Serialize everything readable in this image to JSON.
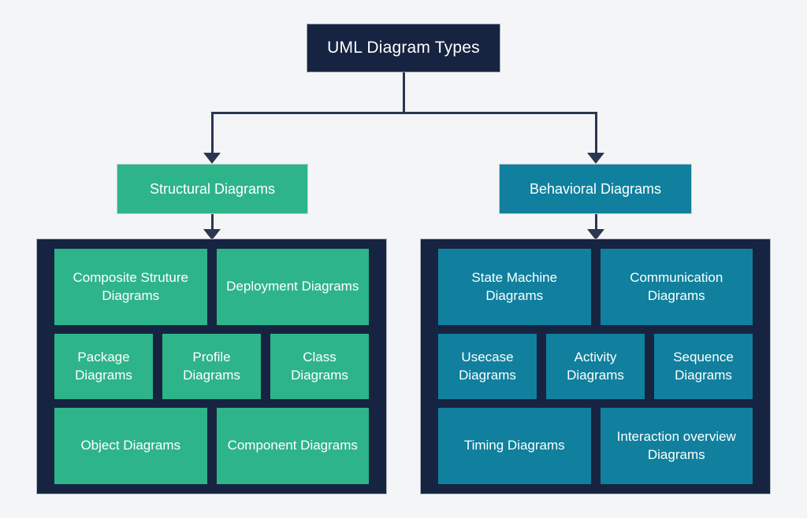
{
  "diagram": {
    "title": "UML Diagram Types",
    "colors": {
      "background": "#f4f5f6",
      "dark_navy": "#162441",
      "green": "#2eb489",
      "teal": "#10809e",
      "connector": "#2b3650",
      "text": "#ffffff"
    },
    "branches": [
      {
        "key": "structural",
        "label": "Structural Diagrams",
        "accent": "#2eb489",
        "rows": [
          {
            "key": "row-1",
            "cards": [
              {
                "label": "Composite Struture Diagrams"
              },
              {
                "label": "Deployment Diagrams"
              }
            ]
          },
          {
            "key": "row-2",
            "cards": [
              {
                "label": "Package Diagrams"
              },
              {
                "label": "Profile Diagrams"
              },
              {
                "label": "Class Diagrams"
              }
            ]
          },
          {
            "key": "row-3",
            "cards": [
              {
                "label": "Object Diagrams"
              },
              {
                "label": "Component Diagrams"
              }
            ]
          }
        ]
      },
      {
        "key": "behavioral",
        "label": "Behavioral Diagrams",
        "accent": "#10809e",
        "rows": [
          {
            "key": "row-1",
            "cards": [
              {
                "label": "State Machine Diagrams"
              },
              {
                "label": "Communication Diagrams"
              }
            ]
          },
          {
            "key": "row-2",
            "cards": [
              {
                "label": "Usecase Diagrams"
              },
              {
                "label": "Activity Diagrams"
              },
              {
                "label": "Sequence Diagrams"
              }
            ]
          },
          {
            "key": "row-3",
            "cards": [
              {
                "label": "Timing Diagrams"
              },
              {
                "label": "Interaction overview Diagrams"
              }
            ]
          }
        ]
      }
    ]
  }
}
